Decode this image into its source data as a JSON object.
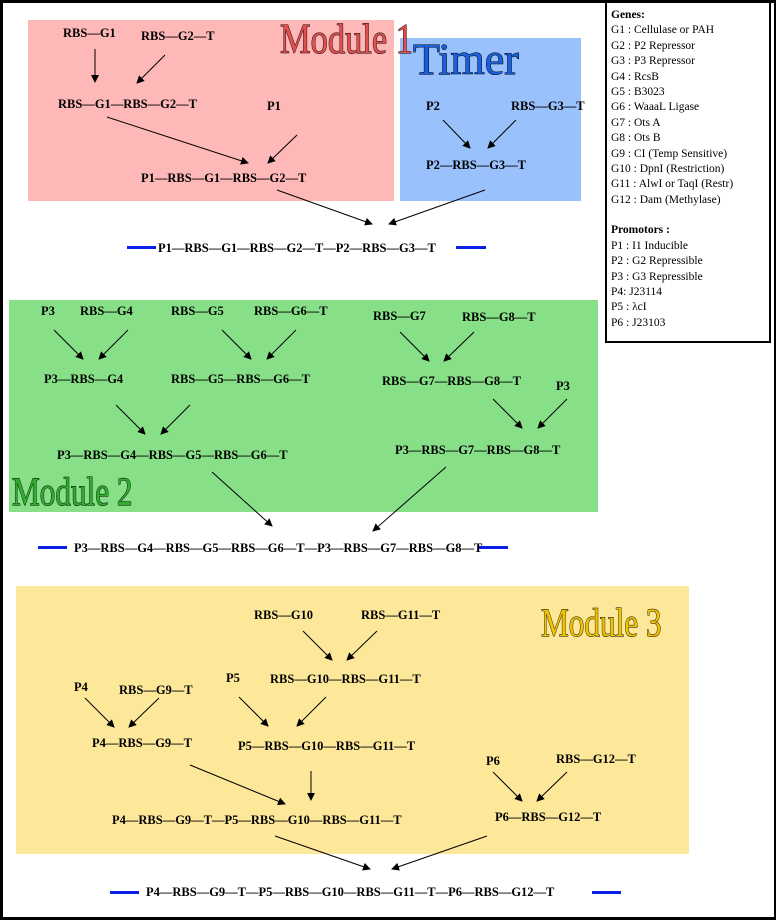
{
  "modules": {
    "module1": {
      "title": "Module 1",
      "color": "#ffb8b8",
      "labels": [
        "RBS—G1",
        "RBS—G2—T",
        "RBS—G1—RBS—G2—T",
        "P1",
        "P1—RBS—G1—RBS—G2—T"
      ]
    },
    "timer": {
      "title": "Timer",
      "color": "#99c1fc",
      "labels": [
        "P2",
        "RBS—G3—T",
        "P2—RBS—G3—T"
      ]
    },
    "module2": {
      "title": "Module 2",
      "color": "#87e087",
      "labels": [
        "P3",
        "RBS—G4",
        "RBS—G5",
        "RBS—G6—T",
        "P3—RBS—G4",
        "RBS—G5—RBS—G6—T",
        "P3—RBS—G4—RBS—G5—RBS—G6—T",
        "RBS—G7",
        "RBS—G8—T",
        "RBS—G7—RBS—G8—T",
        "P3",
        "P3—RBS—G7—RBS—G8—T"
      ]
    },
    "module3": {
      "title": "Module 3",
      "color": "#fde89a",
      "labels": [
        "RBS—G10",
        "RBS—G11—T",
        "P5",
        "RBS—G10—RBS—G11—T",
        "P4",
        "RBS—G9—T",
        "P4—RBS—G9—T",
        "P5—RBS—G10—RBS—G11—T",
        "P4—RBS—G9—T—P5—RBS—G10—RBS—G11—T",
        "P6",
        "RBS—G12—T",
        "P6—RBS—G12—T"
      ]
    }
  },
  "constructs": {
    "construct1": "P1—RBS—G1—RBS—G2—T—P2—RBS—G3—T",
    "construct2": "P3—RBS—G4—RBS—G5—RBS—G6—T—P3—RBS—G7—RBS—G8—T",
    "construct3": "P4—RBS—G9—T—P5—RBS—G10—RBS—G11—T—P6—RBS—G12—T"
  },
  "legend": {
    "genes_header": "Genes:",
    "genes": [
      "G1 : Cellulase or PAH",
      "G2 : P2 Repressor",
      "G3 : P3 Repressor",
      "G4 : RcsB",
      "G5 : B3023",
      "G6 : WaaaL Ligase",
      "G7 : Ots A",
      "G8 : Ots B",
      "G9 : CI (Temp Sensitive)",
      "G10 : DpnI (Restriction)",
      "G11 : AlwI or TaqI (Restr)",
      "G12 : Dam (Methylase)"
    ],
    "promoters_header": "Promotors :",
    "promoters": [
      "P1 : I1 Inducible",
      "P2 : G2 Repressible",
      "P3 : G3 Repressible",
      "P4: J23114",
      "P5 : λcI",
      "P6 : J23103"
    ]
  },
  "colors": {
    "backbone": "#0a1ee6",
    "arrow": "#000000"
  }
}
